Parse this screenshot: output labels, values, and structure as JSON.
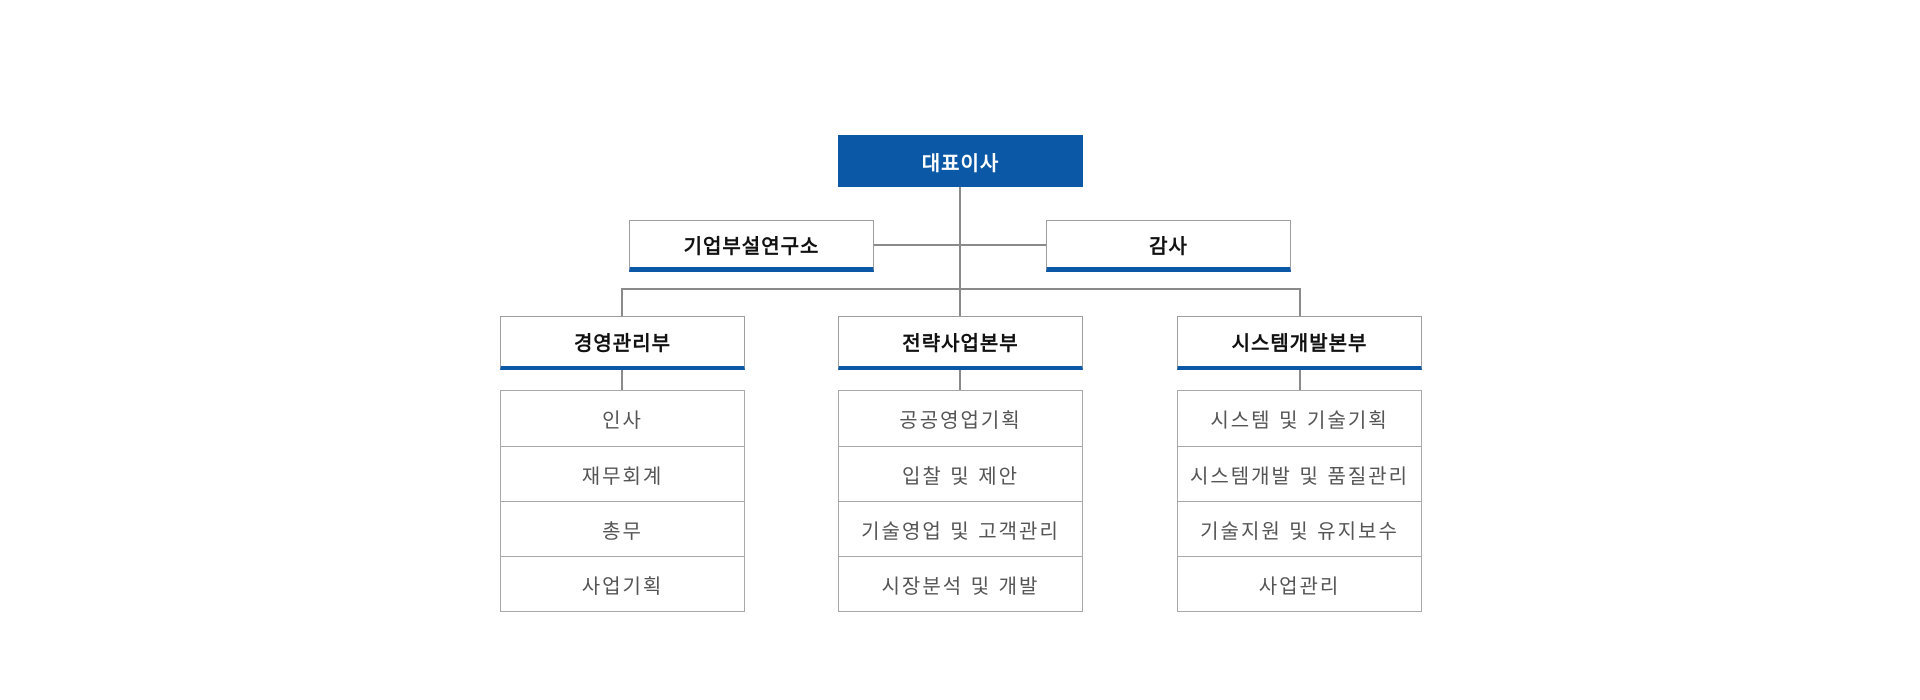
{
  "theme": {
    "accent_blue": "#0a58a6",
    "line_gray": "#8a8a8a",
    "border_gray": "#9e9e9e",
    "cell_text_gray": "#555555"
  },
  "org_chart": {
    "ceo": {
      "label": "대표이사"
    },
    "staff": [
      {
        "label": "기업부설연구소"
      },
      {
        "label": "감사"
      }
    ],
    "departments": [
      {
        "label": "경영관리부",
        "teams": [
          "인사",
          "재무회계",
          "총무",
          "사업기획"
        ]
      },
      {
        "label": "전략사업본부",
        "teams": [
          "공공영업기획",
          "입찰 및 제안",
          "기술영업 및 고객관리",
          "시장분석 및 개발"
        ]
      },
      {
        "label": "시스템개발본부",
        "teams": [
          "시스템 및 기술기획",
          "시스템개발 및 품질관리",
          "기술지원 및 유지보수",
          "사업관리"
        ]
      }
    ]
  }
}
